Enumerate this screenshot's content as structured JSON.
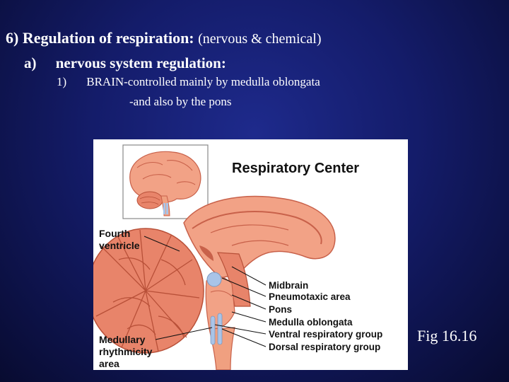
{
  "slide": {
    "heading_bold": "6)  Regulation of respiration:",
    "heading_light": "(nervous & chemical)",
    "sub_marker": "a)",
    "sub_text": "nervous system regulation:",
    "item_number": "1)",
    "item_text": "BRAIN-controlled mainly by medulla oblongata",
    "item_continuation": "-and also by the pons",
    "figure_caption": "Fig 16.16"
  },
  "figure": {
    "title": "Respiratory Center",
    "labels": {
      "fourth_ventricle_1": "Fourth",
      "fourth_ventricle_2": "ventricle",
      "midbrain": "Midbrain",
      "pneumotaxic": "Pneumotaxic area",
      "pons": "Pons",
      "medulla": "Medulla oblongata",
      "ventral": "Ventral respiratory group",
      "dorsal": "Dorsal respiratory group",
      "medullary_1": "Medullary",
      "medullary_2": "rhythmicity",
      "medullary_3": "area"
    }
  },
  "colors": {
    "background": "#141c6a",
    "text": "#ffffff",
    "tissue": "#f0a080",
    "tissue_dark": "#d86850",
    "blue_region": "#a9c4e8"
  }
}
